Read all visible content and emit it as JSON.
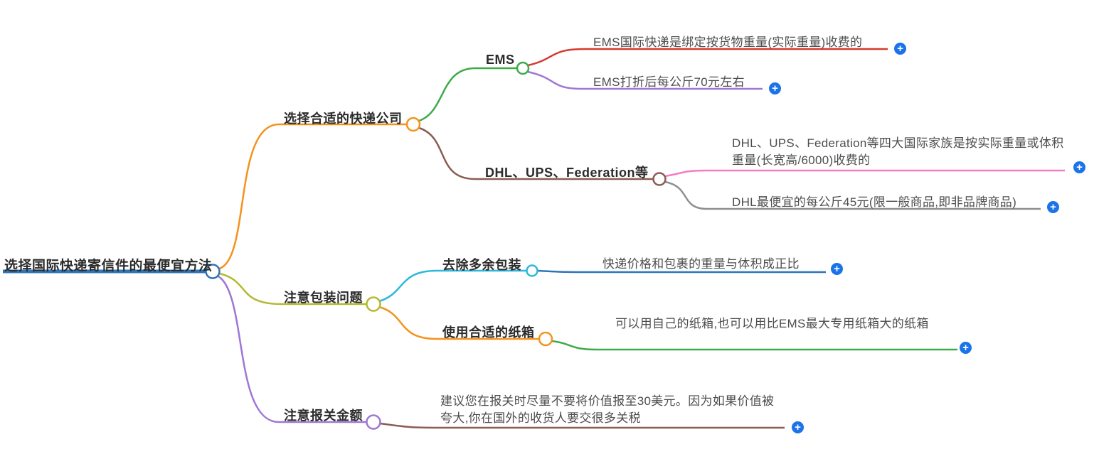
{
  "icons": {
    "add": "+"
  },
  "colors": {
    "root_blue": "#2e75b6",
    "orange": "#f5921e",
    "olive": "#b5b832",
    "purple": "#9e77d4",
    "green": "#3cab4a",
    "brown": "#8a5c52",
    "red": "#d43a2f",
    "pink": "#f27cc6",
    "gray": "#8f8f8f",
    "cyan": "#2bb8d9",
    "blue": "#2e75b6",
    "plus_blue": "#1a73e8"
  },
  "mindmap": {
    "root": {
      "label": "选择国际快递寄信件的最便宜方法"
    },
    "branches": [
      {
        "label": "选择合适的快递公司",
        "children": [
          {
            "label": "EMS",
            "leaves": [
              {
                "text": "EMS国际快递是绑定按货物重量(实际重量)收费的"
              },
              {
                "text": "EMS打折后每公斤70元左右"
              }
            ]
          },
          {
            "label": "DHL、UPS、Federation等",
            "leaves": [
              {
                "text": "DHL、UPS、Federation等四大国际家族是按实际重量或体积重量(长宽高/6000)收费的"
              },
              {
                "text": "DHL最便宜的每公斤45元(限一般商品,即非品牌商品)"
              }
            ]
          }
        ]
      },
      {
        "label": "注意包装问题",
        "children": [
          {
            "label": "去除多余包装",
            "leaves": [
              {
                "text": "快递价格和包裹的重量与体积成正比"
              }
            ]
          },
          {
            "label": "使用合适的纸箱",
            "leaves": [
              {
                "text": "可以用自己的纸箱,也可以用比EMS最大专用纸箱大的纸箱"
              }
            ]
          }
        ]
      },
      {
        "label": "注意报关金额",
        "leaves": [
          {
            "text": "建议您在报关时尽量不要将价值报至30美元。因为如果价值被夸大,你在国外的收货人要交很多关税"
          }
        ]
      }
    ]
  }
}
